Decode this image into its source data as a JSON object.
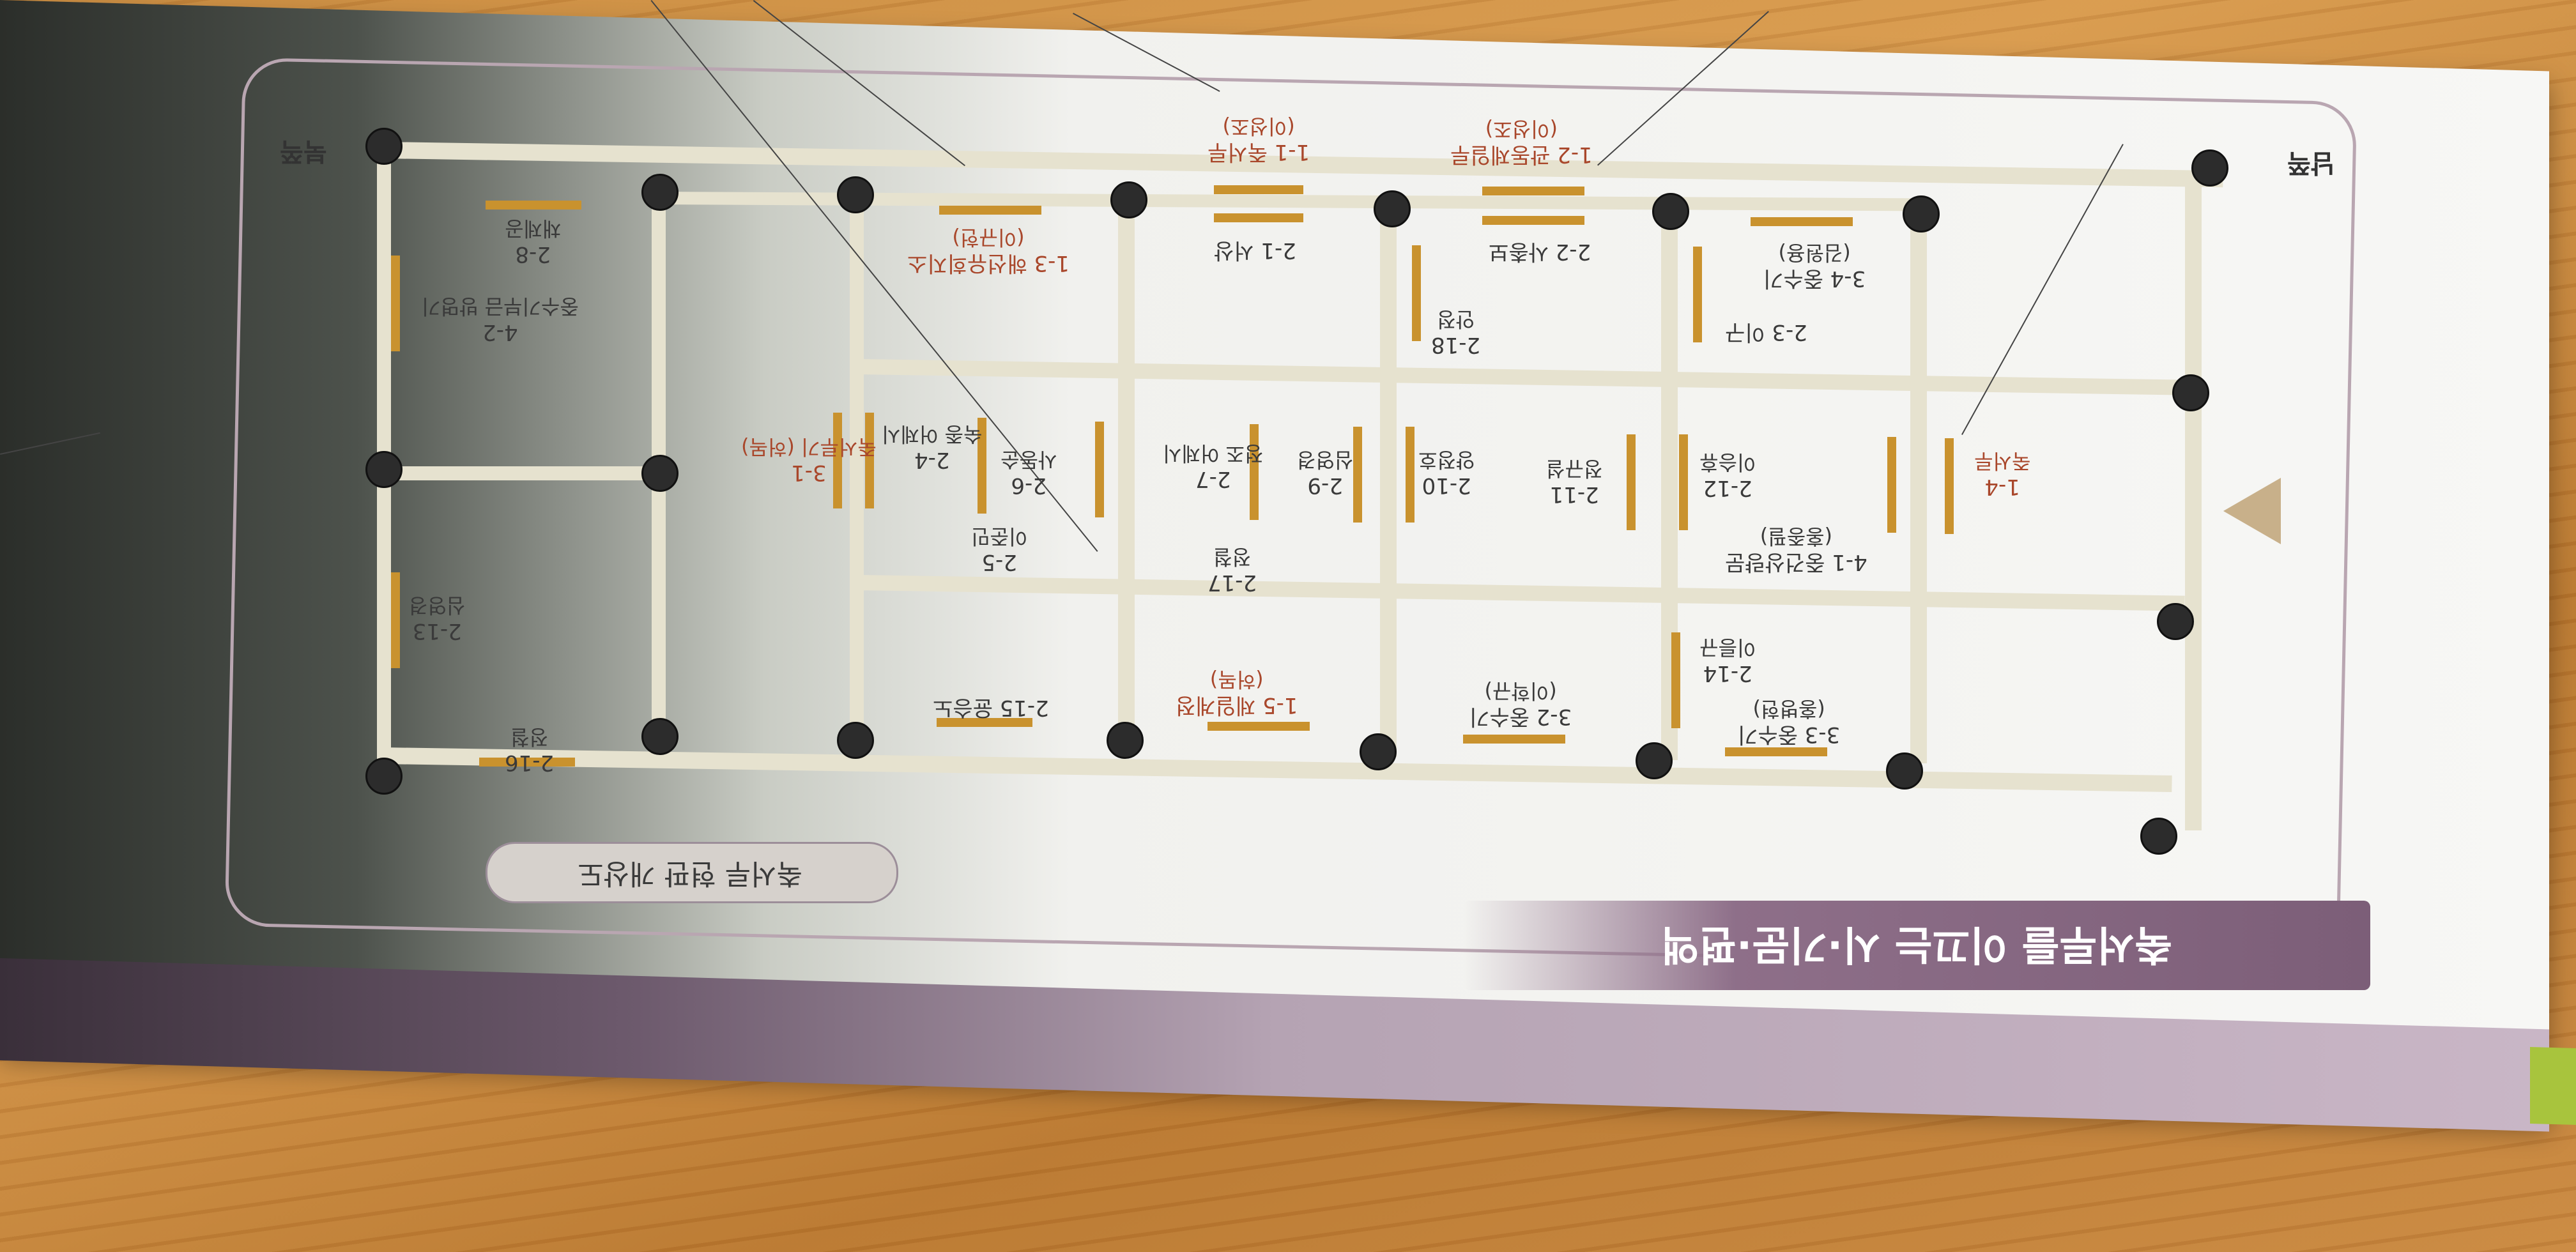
{
  "title": "축서루를 이끄는 시·기문·편액",
  "subtitle": "축서루 현판 개상도",
  "directions": {
    "north": "북쪽",
    "south": "남쪽"
  },
  "plaques": [
    {
      "id": "p-1-1",
      "code": "1-1 죽서루",
      "note": "(이성조)",
      "red": true
    },
    {
      "id": "p-1-2",
      "code": "1-2 관동제일루",
      "note": "(이성조)",
      "red": true
    },
    {
      "id": "p-1-3",
      "code": "1-3 해선유희지소",
      "note": "(이규헌)",
      "red": true
    },
    {
      "id": "p-1-4",
      "code": "1-4",
      "note": "죽서루",
      "red": true
    },
    {
      "id": "p-1-5",
      "code": "1-5 제일계정",
      "note": "(허목)",
      "red": true
    },
    {
      "id": "p-2-1",
      "code": "2-1 서상",
      "note": ""
    },
    {
      "id": "p-2-2",
      "code": "2-2 사총보",
      "note": ""
    },
    {
      "id": "p-2-3",
      "code": "2-3 이구",
      "note": ""
    },
    {
      "id": "p-2-4",
      "code": "2-4",
      "note": "숙종 어제시"
    },
    {
      "id": "p-2-5",
      "code": "2-5",
      "note": "이준민"
    },
    {
      "id": "p-2-6",
      "code": "2-6",
      "note": "사동순"
    },
    {
      "id": "p-2-7",
      "code": "2-7",
      "note": "정조 어제시"
    },
    {
      "id": "p-2-8",
      "code": "2-8",
      "note": "채제공"
    },
    {
      "id": "p-2-9",
      "code": "2-9",
      "note": "심영경"
    },
    {
      "id": "p-2-10",
      "code": "2-10",
      "note": "양정호"
    },
    {
      "id": "p-2-11",
      "code": "2-11",
      "note": "정규설"
    },
    {
      "id": "p-2-12",
      "code": "2-12",
      "note": "이승휴"
    },
    {
      "id": "p-2-13",
      "code": "2-13",
      "note": "심영경"
    },
    {
      "id": "p-2-14",
      "code": "2-14",
      "note": "이릉규"
    },
    {
      "id": "p-2-15",
      "code": "2-15 윤승노",
      "note": ""
    },
    {
      "id": "p-2-16",
      "code": "2-16",
      "note": "정철"
    },
    {
      "id": "p-2-17",
      "code": "2-17",
      "note": "정철"
    },
    {
      "id": "p-2-18",
      "code": "2-18",
      "note": "안정"
    },
    {
      "id": "p-3-1",
      "code": "3-1",
      "note": "죽서루기 (허목)",
      "red": true
    },
    {
      "id": "p-3-2",
      "code": "3-2 중수기",
      "note": "(이학규)"
    },
    {
      "id": "p-3-3",
      "code": "3-3 중수기",
      "note": "(홍병현)"
    },
    {
      "id": "p-3-4",
      "code": "3-4 중수기",
      "note": "(김원용)"
    },
    {
      "id": "p-4-1",
      "code": "4-1 중건상량문",
      "note": "(홍종필)"
    },
    {
      "id": "p-4-2",
      "code": "4-2",
      "note": "중수기부금 방명기"
    }
  ]
}
